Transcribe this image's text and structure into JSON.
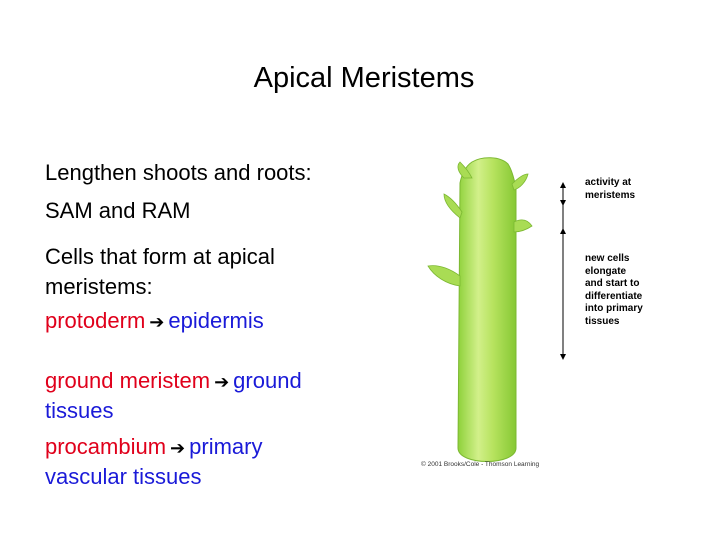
{
  "title": "Apical Meristems",
  "line1": "Lengthen shoots and roots:",
  "line2": "SAM and RAM",
  "line3": "Cells that form at apical",
  "line4": "meristems:",
  "pair1": {
    "from": "protoderm",
    "to": "epidermis"
  },
  "pair2": {
    "from": "ground meristem",
    "to": "ground",
    "to_cont": "tissues"
  },
  "pair3": {
    "from": "procambium",
    "to": "primary",
    "to_cont": "vascular tissues"
  },
  "arrow_glyph": "➔",
  "figure": {
    "label_top": [
      "activity at",
      "meristems"
    ],
    "label_bottom": [
      "new cells",
      "elongate",
      "and start to",
      "differentiate",
      "into primary",
      "tissues"
    ],
    "credit": "© 2001 Brooks/Cole - Thomson Learning"
  },
  "colors": {
    "term": "#e0001b",
    "result": "#1a1ad8",
    "stem": "#b5e35c"
  }
}
